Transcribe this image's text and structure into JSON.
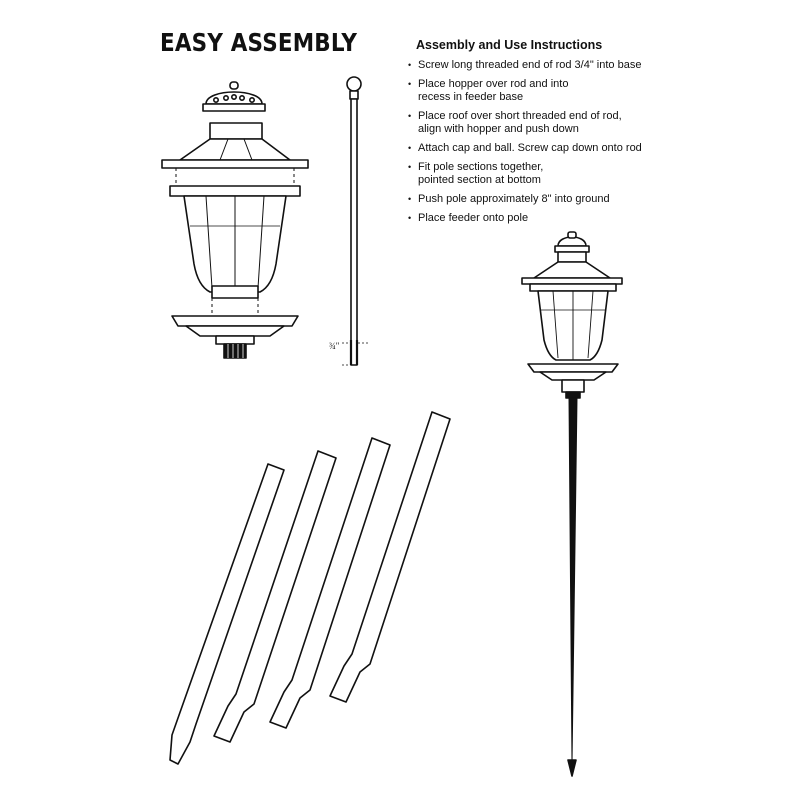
{
  "header": {
    "title": "EASY ASSEMBLY"
  },
  "instructions": {
    "heading": "Assembly and Use Instructions",
    "steps": [
      [
        "Screw long threaded end of rod 3/4\" into base"
      ],
      [
        "Place hopper over rod and into",
        "recess in feeder base"
      ],
      [
        "Place roof over short threaded end of rod,",
        "align with hopper and push down"
      ],
      [
        "Attach cap and ball.  Screw cap down onto rod"
      ],
      [
        "Fit pole sections together,",
        "pointed section at bottom"
      ],
      [
        "Push pole approximately 8\" into ground"
      ],
      [
        "Place feeder onto pole"
      ]
    ]
  },
  "diagram": {
    "rod_thread_label": "¾\""
  }
}
